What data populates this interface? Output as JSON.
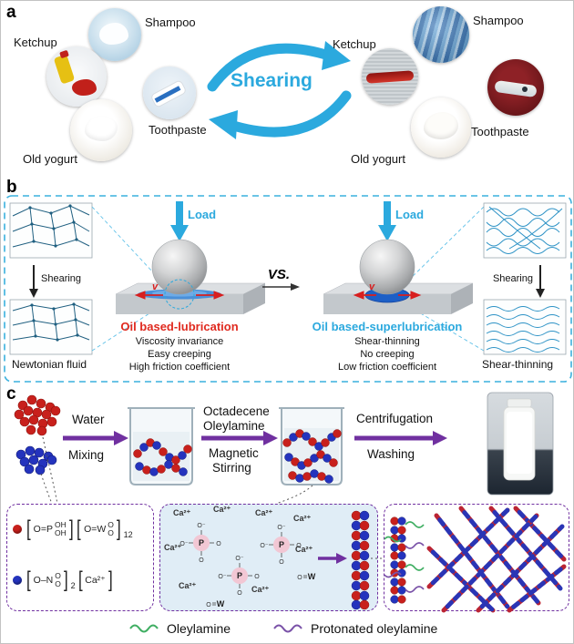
{
  "figure": {
    "panel_a": "a",
    "panel_b": "b",
    "panel_c": "c"
  },
  "panel_a": {
    "shearing_label": "Shearing",
    "left": {
      "shampoo": "Shampoo",
      "ketchup": "Ketchup",
      "toothpaste": "Toothpaste",
      "yogurt": "Old yogurt"
    },
    "right": {
      "shampoo": "Shampoo",
      "ketchup": "Ketchup",
      "toothpaste": "Toothpaste",
      "yogurt": "Old yogurt"
    }
  },
  "panel_b": {
    "load": "Load",
    "vs": "VS.",
    "velocity": "v",
    "shearing": "Shearing",
    "newtonian_label": "Newtonian fluid",
    "shear_thinning_label": "Shear-thinning",
    "left": {
      "title": "Oil based-lubrication",
      "line1": "Viscosity invariance",
      "line2": "Easy creeping",
      "line3": "High friction coefficient"
    },
    "right": {
      "title": "Oil based-superlubrication",
      "line1": "Shear-thinning",
      "line2": "No creeping",
      "line3": "Low friction coefficient"
    }
  },
  "panel_c": {
    "step1": {
      "top1": "Water",
      "bot1": "Mixing"
    },
    "step2": {
      "top1": "Octadecene",
      "top2": "Oleylamine",
      "bot1": "Magnetic",
      "bot2": "Stirring"
    },
    "step3": {
      "top1": "Centrifugation",
      "bot1": "Washing"
    },
    "legend": {
      "oleylamine": "Oleylamine",
      "protonated": "Protonated oleylamine"
    },
    "ca": "Ca²⁺",
    "atoms": {
      "p": "P",
      "w": "W",
      "o": "O",
      "o_minus": "O⁻"
    },
    "chem": {
      "bracket_open": "[",
      "bracket_close": "]",
      "red": {
        "core1": "O=P",
        "oh_top": "OH",
        "oh_bot": "OH",
        "core2": "O=W",
        "o_top": "O",
        "o_bot": "O",
        "sub": "12"
      },
      "blue": {
        "core": "O–N",
        "o_top": "O",
        "o_bot": "O",
        "sub": "2",
        "ca": "Ca²⁺"
      }
    }
  },
  "colors": {
    "accent_cyan": "#2BA9DE",
    "accent_red": "#E02A1F",
    "purple": "#7030A0",
    "sphere_red": "#C8201C",
    "sphere_blue": "#2433BD"
  }
}
